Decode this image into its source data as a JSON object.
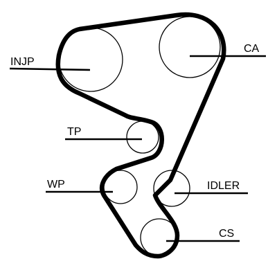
{
  "labels": {
    "injp": "INJP",
    "ca": "CA",
    "tp": "TP",
    "wp": "WP",
    "idler": "IDLER",
    "cs": "CS"
  },
  "colors": {
    "line": "#000000",
    "background": "#ffffff"
  }
}
